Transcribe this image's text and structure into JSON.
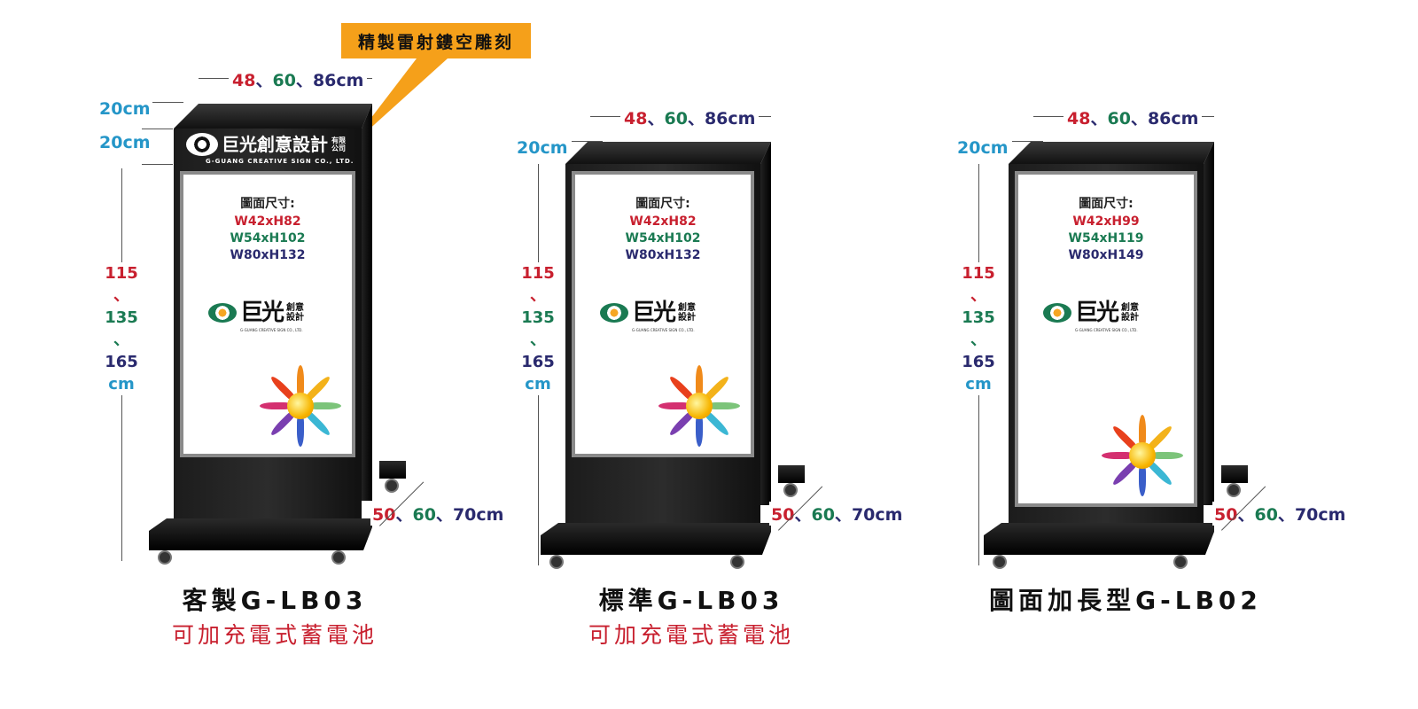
{
  "callout": {
    "text": "精製雷射鏤空雕刻",
    "color": "#f5a01a"
  },
  "colors": {
    "red": "#c8202f",
    "green": "#1a7a52",
    "navy": "#2a2a6e",
    "cyan": "#2596c8"
  },
  "header_logo": {
    "name": "巨光創意設計",
    "suffix": "有限公司",
    "english": "G-GUANG CREATIVE SIGN CO., LTD."
  },
  "screen_logo": {
    "name": "巨光",
    "small": "創意設計",
    "english": "G-GUANG CREATIVE SIGN CO., LTD."
  },
  "stands": [
    {
      "width_dims": [
        "48",
        "60",
        "86cm"
      ],
      "sep": "、",
      "depth_label": "20cm",
      "header_label": "20cm",
      "height_dims": [
        "115",
        "、",
        "135",
        "、",
        "165",
        "cm"
      ],
      "base_dims": [
        "50",
        "60",
        "70cm"
      ],
      "spec_heading": "圖面尺寸:",
      "specs": [
        "W42xH82",
        "W54xH102",
        "W80xH132"
      ],
      "title": "客製G-LB03",
      "subtitle": "可加充電式蓄電池"
    },
    {
      "width_dims": [
        "48",
        "60",
        "86cm"
      ],
      "sep": "、",
      "depth_label": "20cm",
      "height_dims": [
        "115",
        "、",
        "135",
        "、",
        "165",
        "cm"
      ],
      "base_dims": [
        "50",
        "60",
        "70cm"
      ],
      "spec_heading": "圖面尺寸:",
      "specs": [
        "W42xH82",
        "W54xH102",
        "W80xH132"
      ],
      "title": "標準G-LB03",
      "subtitle": "可加充電式蓄電池"
    },
    {
      "width_dims": [
        "48",
        "60",
        "86cm"
      ],
      "sep": "、",
      "depth_label": "20cm",
      "height_dims": [
        "115",
        "、",
        "135",
        "、",
        "165",
        "cm"
      ],
      "base_dims": [
        "50",
        "60",
        "70cm"
      ],
      "spec_heading": "圖面尺寸:",
      "specs": [
        "W42xH99",
        "W54xH119",
        "W80xH149"
      ],
      "title": "圖面加長型G-LB02"
    }
  ]
}
